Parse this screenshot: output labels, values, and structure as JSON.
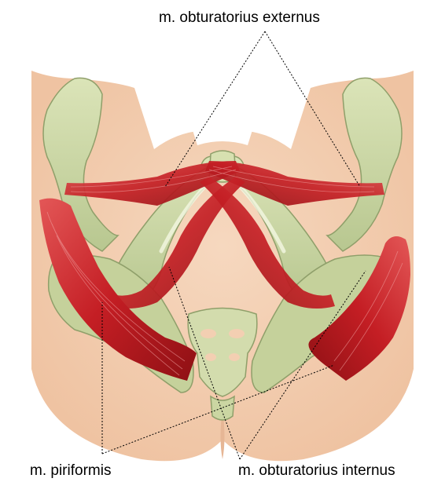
{
  "labels": {
    "obturatorius_externus": "m. obturatorius externus",
    "piriformis": "m. piriformis",
    "obturatorius_internus": "m. obturatorius internus"
  },
  "colors": {
    "skin": "#f3cfb2",
    "skin_shadow": "#e6b695",
    "bone": "#c9d6a4",
    "bone_light": "#e4ebc6",
    "bone_shadow": "#8f9f6a",
    "muscle": "#c41e24",
    "muscle_dark": "#8e1014",
    "muscle_light": "#e86a6a",
    "leader_line": "#000000"
  }
}
